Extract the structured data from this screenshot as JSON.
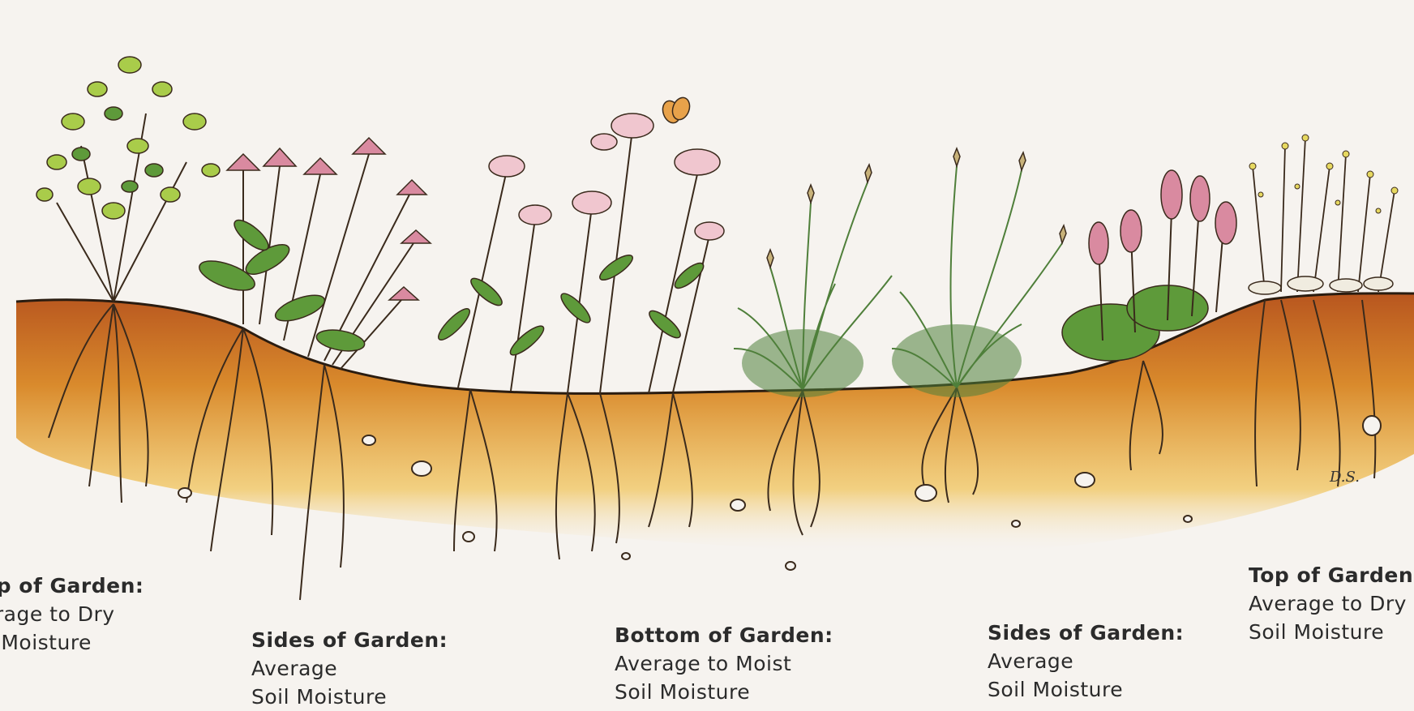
{
  "labels": {
    "top_left": {
      "title": "op of Garden:",
      "line1": "erage to Dry",
      "line2": "il Moisture"
    },
    "sides_left": {
      "title": "Sides of Garden:",
      "line1": "Average",
      "line2": "Soil Moisture"
    },
    "bottom": {
      "title": "Bottom of Garden:",
      "line1": "Average to Moist",
      "line2": "Soil Moisture"
    },
    "sides_right": {
      "title": "Sides of Garden:",
      "line1": "Average",
      "line2": "Soil Moisture"
    },
    "top_right": {
      "title": "Top of Garden:",
      "line1": "Average to Dry",
      "line2": "Soil Moisture"
    }
  },
  "signature": "D.S.",
  "colors": {
    "background": "#f6f3ef",
    "soil_top": "#b8561f",
    "soil_mid": "#d98a2c",
    "soil_light": "#f1c765",
    "root": "#3a2a1c",
    "leaf": "#5e9a3a",
    "leaf_light": "#a9cc4a",
    "flower_pink": "#d98aa0",
    "flower_light": "#f0c6cf",
    "grass": "#4f7f3a"
  }
}
